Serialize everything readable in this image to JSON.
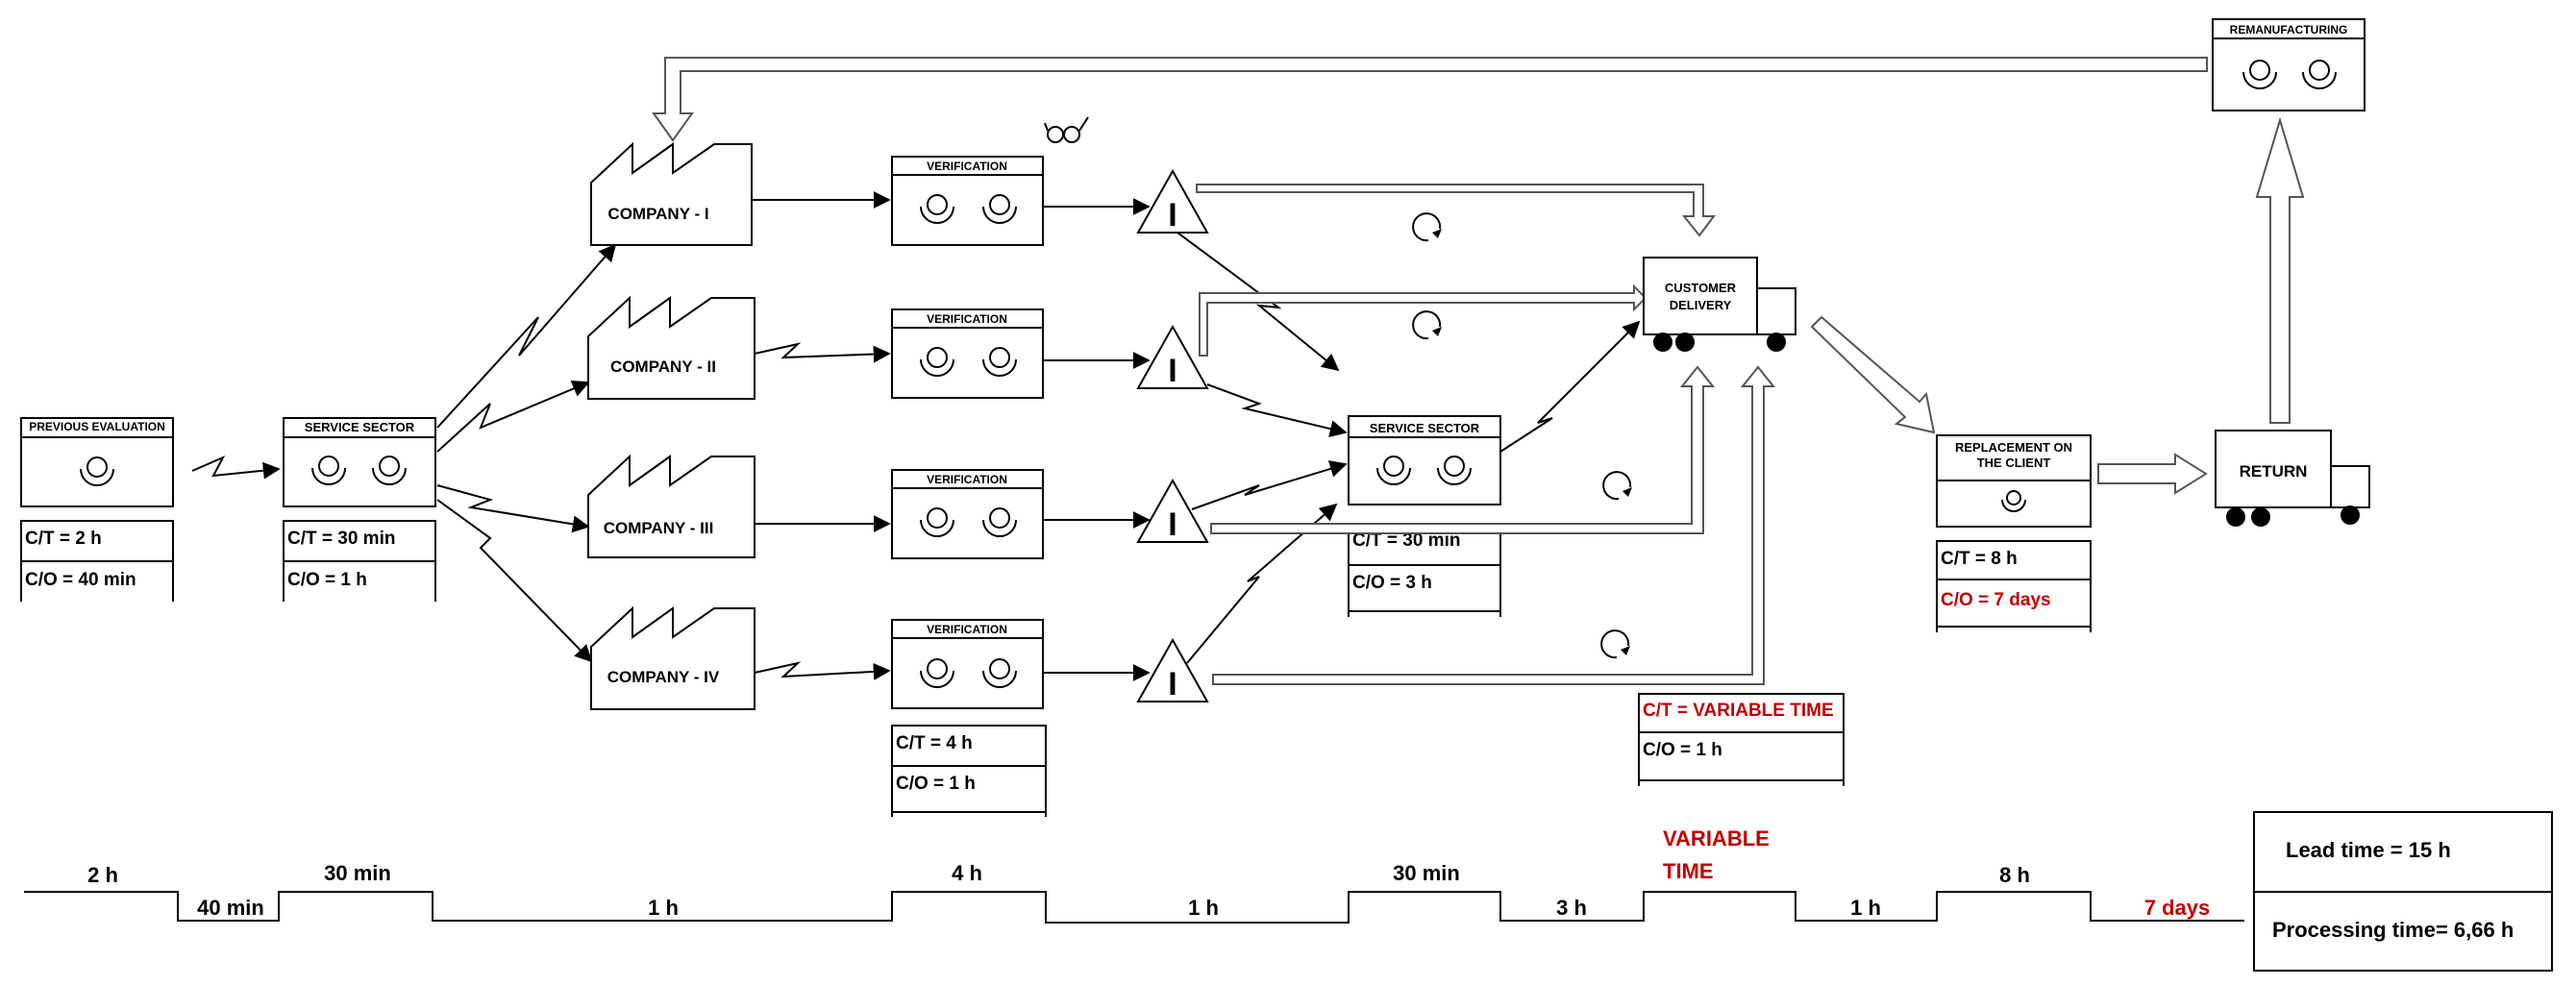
{
  "previous_evaluation": {
    "title": "PREVIOUS EVALUATION",
    "ct": "C/T = 2 h",
    "co": "C/O = 40 min"
  },
  "service_sector_1": {
    "title": "SERVICE SECTOR",
    "ct": "C/T = 30 min",
    "co": "C/O = 1 h"
  },
  "companies": [
    "COMPANY - I",
    "COMPANY - II",
    "COMPANY - III",
    "COMPANY - IV"
  ],
  "verification": {
    "title": "VERIFICATION",
    "ct": "C/T = 4 h",
    "co": "C/O = 1 h"
  },
  "inventory_symbol": "I",
  "service_sector_2": {
    "title": "SERVICE SECTOR",
    "ct": "C/T = 30 min",
    "co": "C/O = 3 h"
  },
  "customer_delivery": {
    "line1": "CUSTOMER",
    "line2": "DELIVERY",
    "ct": "C/T = VARIABLE TIME",
    "co": "C/O = 1 h"
  },
  "replacement": {
    "line1": "REPLACEMENT ON",
    "line2": "THE CLIENT",
    "ct": "C/T =  8 h",
    "co": "C/O = 7 days"
  },
  "return": {
    "title": "RETURN"
  },
  "remanufacturing": {
    "title": "REMANUFACTURING"
  },
  "timeline": {
    "top": [
      "2 h",
      "30 min",
      "4 h",
      "30 min",
      "8 h"
    ],
    "top_variable_1": "VARIABLE",
    "top_variable_2": "TIME",
    "bottom": [
      "40 min",
      "1 h",
      "1 h",
      "3 h",
      "1 h"
    ],
    "bottom_red": "7 days"
  },
  "summary": {
    "lead_time": "Lead time  = 15 h",
    "processing_time": "Processing time= 6,66 h"
  },
  "colors": {
    "line": "#000000",
    "highlight": "#c00000",
    "pull_arrow": "#555555"
  }
}
